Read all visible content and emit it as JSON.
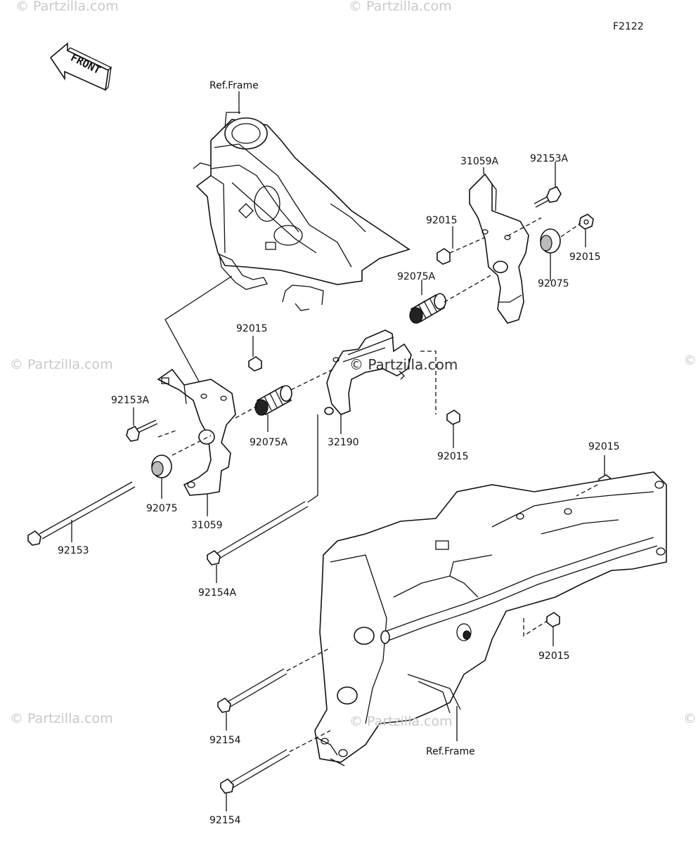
{
  "diagram_code": "F2122",
  "front_label": "FRONT",
  "watermarks": {
    "top_left": "© Partzilla.com",
    "top_center": "© Partzilla.com",
    "mid_left": "© Partzilla.com",
    "center": "© Partzilla.com",
    "mid_right": "©",
    "bottom_left": "© Partzilla.com",
    "bottom_center": "© Partzilla.com",
    "bottom_right": "©"
  },
  "callouts": {
    "ref_frame_top": "Ref.Frame",
    "p31059A": "31059A",
    "p92153A_top": "92153A",
    "p92015_upper_nut": "92015",
    "p92015_upper_right": "92015",
    "p92075A_upper": "92075A",
    "p92075_upper": "92075",
    "p92015_mid_left": "92015",
    "p92153A_left": "92153A",
    "p92075A_lower": "92075A",
    "p32190": "32190",
    "p92015_mid": "92015",
    "p92015_right": "92015",
    "p92075_lower": "92075",
    "p31059": "31059",
    "p92153": "92153",
    "p92154A": "92154A",
    "p92015_lower_right": "92015",
    "p92154_upper": "92154",
    "ref_frame_bottom": "Ref.Frame",
    "p92154_lower": "92154"
  }
}
